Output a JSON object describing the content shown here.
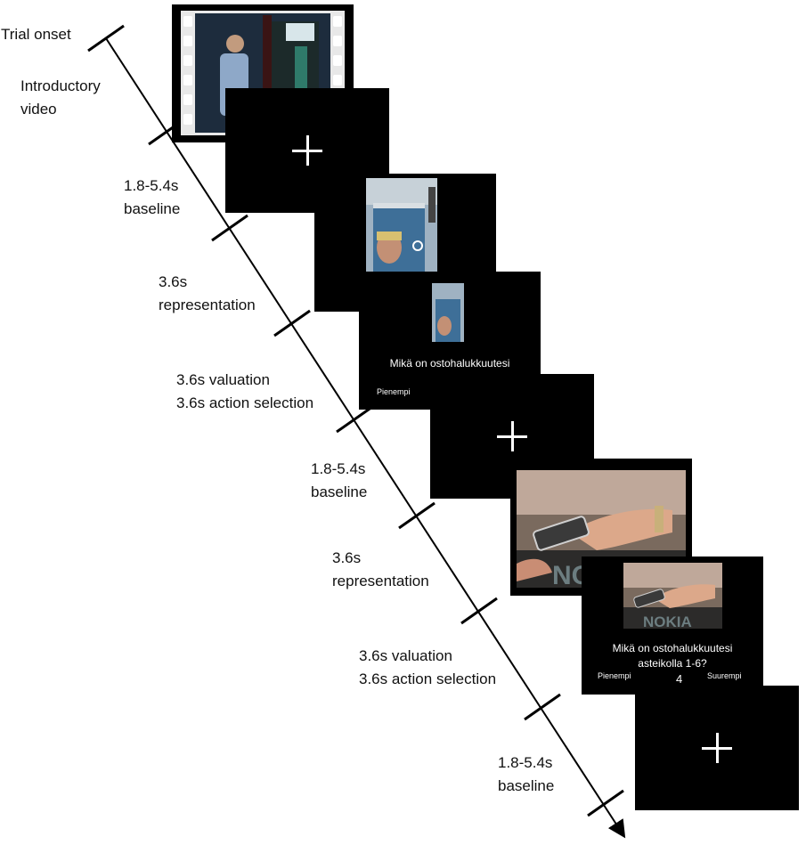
{
  "labels": {
    "trial_onset": "Trial onset",
    "intro": "Introductory\nvideo",
    "baseline1": "1.8-5.4s\nbaseline",
    "repr1": "3.6s\nrepresentation",
    "val1": "3.6s valuation\n3.6s action selection",
    "baseline2": "1.8-5.4s\nbaseline",
    "repr2": "3.6s\nrepresentation",
    "val2": "3.6s valuation\n3.6s action selection",
    "baseline3": "1.8-5.4s\nbaseline"
  },
  "screens": {
    "rating1": {
      "question": "Mikä on ostohalukkuutesi\naste",
      "left": "Pienempi"
    },
    "rating2": {
      "question": "Mikä on ostohalukkuutesi\nasteikolla 1-6?",
      "left": "Pienempi",
      "right": "Suurempi",
      "value": "4"
    }
  }
}
